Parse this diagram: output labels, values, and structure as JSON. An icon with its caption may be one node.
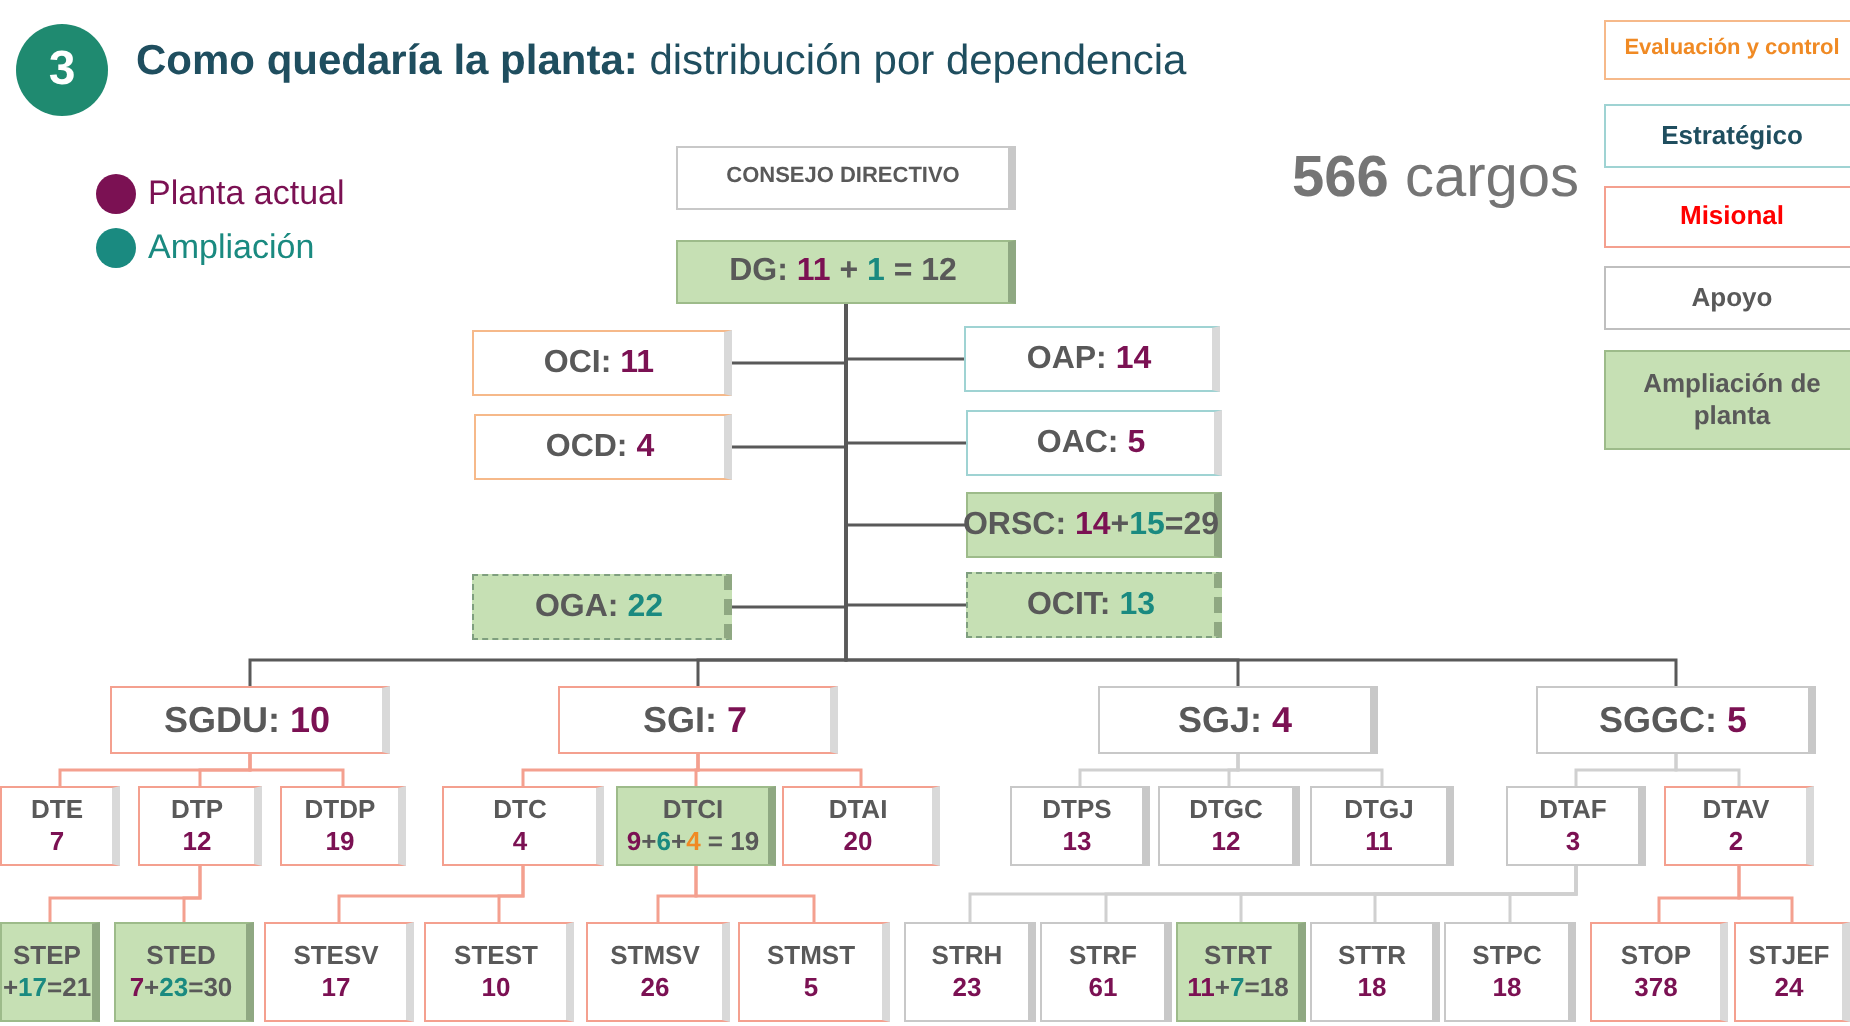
{
  "diagram": {
    "title": "**Como quedaría la planta:** distribución por dependencia",
    "nodes": [
      {
        "text": [
          "CONSEJO DIRECTIVO"
        ]
      },
      {
        "text": [
          "DG: 11 + 1 = 12"
        ]
      },
      {
        "text": [
          "OCI: 11"
        ]
      },
      {
        "text": [
          "OAP: 14"
        ]
      },
      {
        "text": [
          "OCD: 4"
        ]
      },
      {
        "text": [
          "OAC: 5"
        ]
      },
      {
        "text": [
          "ORSC: 14+15=29"
        ]
      },
      {
        "text": [
          "OGA: 22"
        ]
      },
      {
        "text": [
          "OCIT: 13"
        ]
      },
      {
        "text": [
          "SGDU: 10"
        ]
      },
      {
        "text": [
          "SGI: 7"
        ]
      },
      {
        "text": [
          "SGJ: 4"
        ]
      },
      {
        "text": [
          "SGGC: 5"
        ]
      },
      {
        "text": [
          "DTE",
          "7"
        ]
      },
      {
        "text": [
          "DTP",
          "12"
        ]
      },
      {
        "text": [
          "DTDP",
          "19"
        ]
      },
      {
        "text": [
          "DTC",
          "4"
        ]
      },
      {
        "text": [
          "DTCI",
          "9+6+4 = 19"
        ]
      },
      {
        "text": [
          "DTAI",
          "20"
        ]
      },
      {
        "text": [
          "DTPS",
          "13"
        ]
      },
      {
        "text": [
          "DTGC",
          "12"
        ]
      },
      {
        "text": [
          "DTGJ",
          "11"
        ]
      },
      {
        "text": [
          "DTAF",
          "3"
        ]
      },
      {
        "text": [
          "DTAV",
          "2"
        ]
      },
      {
        "text": [
          "STEP",
          "+17=21"
        ]
      },
      {
        "text": [
          "STED",
          "7+23=30"
        ]
      },
      {
        "text": [
          "STESV",
          "17"
        ]
      },
      {
        "text": [
          "STEST",
          "10"
        ]
      },
      {
        "text": [
          "STMSV",
          "26"
        ]
      },
      {
        "text": [
          "STMST",
          "5"
        ]
      },
      {
        "text": [
          "STRH",
          "23"
        ]
      },
      {
        "text": [
          "STRF",
          "61"
        ]
      },
      {
        "text": [
          "STRT",
          "11+7=18"
        ]
      },
      {
        "text": [
          "STTR",
          "18"
        ]
      },
      {
        "text": [
          "STPC",
          "18"
        ]
      },
      {
        "text": [
          "STOP",
          "378"
        ]
      },
      {
        "text": [
          "STJEF",
          "24"
        ]
      }
    ],
    "edges": [
      {
        "from": 1,
        "to": 2,
        "arrow": "none",
        "color": "#595959"
      },
      {
        "from": 1,
        "to": 3,
        "arrow": "none",
        "color": "#595959"
      },
      {
        "from": 1,
        "to": 4,
        "arrow": "none",
        "color": "#595959"
      },
      {
        "from": 1,
        "to": 5,
        "arrow": "none",
        "color": "#595959"
      },
      {
        "from": 1,
        "to": 6,
        "arrow": "none",
        "color": "#595959"
      },
      {
        "from": 1,
        "to": 7,
        "arrow": "none",
        "color": "#595959"
      },
      {
        "from": 1,
        "to": 8,
        "arrow": "none",
        "color": "#595959"
      },
      {
        "from": 1,
        "to": 9,
        "arrow": "none",
        "color": "#595959"
      },
      {
        "from": 1,
        "to": 10,
        "arrow": "none",
        "color": "#595959"
      },
      {
        "from": 1,
        "to": 11,
        "arrow": "none",
        "color": "#595959"
      },
      {
        "from": 1,
        "to": 12,
        "arrow": "none",
        "color": "#595959"
      },
      {
        "from": 9,
        "to": 13,
        "arrow": "none"
      },
      {
        "from": 9,
        "to": 14,
        "arrow": "none"
      },
      {
        "from": 9,
        "to": 15,
        "arrow": "none"
      },
      {
        "from": 10,
        "to": 16,
        "arrow": "none"
      },
      {
        "from": 10,
        "to": 17,
        "arrow": "none"
      },
      {
        "from": 10,
        "to": 18,
        "arrow": "none"
      },
      {
        "from": 11,
        "to": 19,
        "arrow": "none",
        "color": "#d0d0d0"
      },
      {
        "from": 11,
        "to": 20,
        "arrow": "none",
        "color": "#d0d0d0"
      },
      {
        "from": 11,
        "to": 21,
        "arrow": "none",
        "color": "#d0d0d0"
      },
      {
        "from": 12,
        "to": 22,
        "arrow": "none",
        "color": "#d0d0d0"
      },
      {
        "from": 12,
        "to": 23,
        "arrow": "none",
        "color": "#d0d0d0"
      },
      {
        "from": 14,
        "to": 24,
        "arrow": "none"
      },
      {
        "from": 14,
        "to": 25,
        "arrow": "none"
      },
      {
        "from": 16,
        "to": 26,
        "arrow": "none"
      },
      {
        "from": 16,
        "to": 27,
        "arrow": "none"
      },
      {
        "from": 17,
        "to": 28,
        "arrow": "none"
      },
      {
        "from": 17,
        "to": 29,
        "arrow": "none"
      },
      {
        "from": 22,
        "to": 30,
        "arrow": "none",
        "color": "#d0d0d0"
      },
      {
        "from": 22,
        "to": 31,
        "arrow": "none",
        "color": "#d0d0d0"
      },
      {
        "from": 22,
        "to": 32,
        "arrow": "none",
        "color": "#d0d0d0"
      },
      {
        "from": 22,
        "to": 33,
        "arrow": "none",
        "color": "#d0d0d0"
      },
      {
        "from": 22,
        "to": 34,
        "arrow": "none",
        "color": "#d0d0d0"
      },
      {
        "from": 23,
        "to": 35,
        "arrow": "none"
      },
      {
        "from": 23,
        "to": 36,
        "arrow": "none"
      }
    ],
    "labels": [
      "3",
      "**566** cargos"
    ],
    "legend": [
      {
        "text": "Planta actual",
        "color": "#7b1153"
      },
      {
        "text": "Ampliación",
        "color": "#1a8a80"
      },
      {
        "text": "Evaluación y control",
        "color": "#f6b98a"
      },
      {
        "text": "Estratégico",
        "color": "#9fd3d3"
      },
      {
        "text": "Misional",
        "color": "#f4a08f"
      },
      {
        "text": "Apoyo",
        "color": "#bfbfbf"
      },
      {
        "text": "Ampliación de planta",
        "color": "#c6e0b4"
      }
    ]
  }
}
